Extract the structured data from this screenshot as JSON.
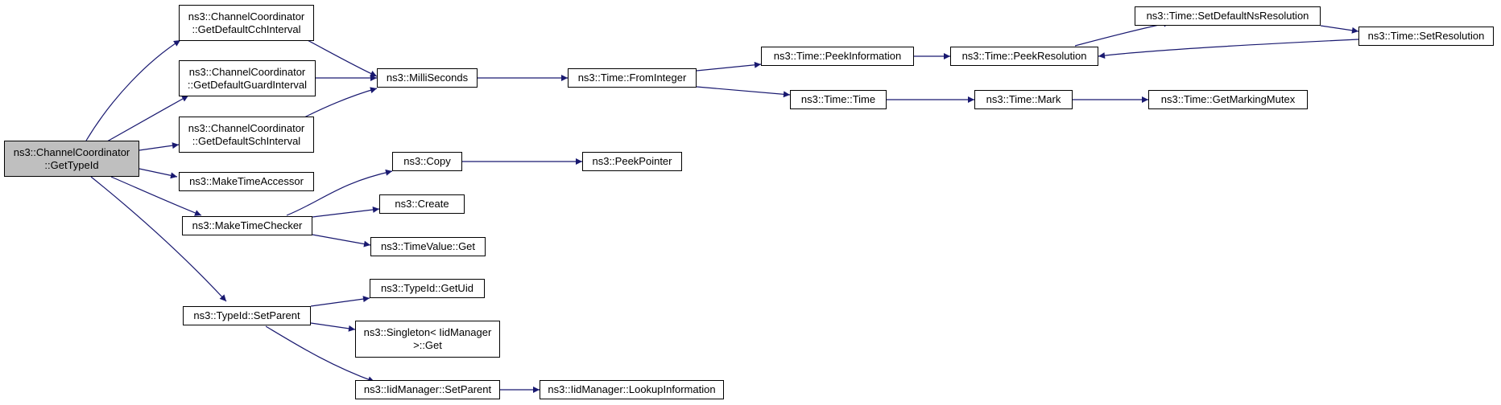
{
  "colors": {
    "edge": "#191970",
    "root_fill": "#bfbfbf",
    "node_fill": "#ffffff",
    "border": "#000000"
  },
  "nodes": {
    "get_type_id": [
      "ns3::ChannelCoordinator",
      "::GetTypeId"
    ],
    "get_default_cch": [
      "ns3::ChannelCoordinator",
      "::GetDefaultCchInterval"
    ],
    "get_default_guard": [
      "ns3::ChannelCoordinator",
      "::GetDefaultGuardInterval"
    ],
    "get_default_sch": [
      "ns3::ChannelCoordinator",
      "::GetDefaultSchInterval"
    ],
    "make_time_accessor": [
      "ns3::MakeTimeAccessor"
    ],
    "make_time_checker": [
      "ns3::MakeTimeChecker"
    ],
    "typeid_set_parent": [
      "ns3::TypeId::SetParent"
    ],
    "milliseconds": [
      "ns3::MilliSeconds"
    ],
    "from_integer": [
      "ns3::Time::FromInteger"
    ],
    "peek_information": [
      "ns3::Time::PeekInformation"
    ],
    "peek_resolution": [
      "ns3::Time::PeekResolution"
    ],
    "set_default_ns_resolution": [
      "ns3::Time::SetDefaultNsResolution"
    ],
    "set_resolution": [
      "ns3::Time::SetResolution"
    ],
    "time_time": [
      "ns3::Time::Time"
    ],
    "time_mark": [
      "ns3::Time::Mark"
    ],
    "get_marking_mutex": [
      "ns3::Time::GetMarkingMutex"
    ],
    "copy": [
      "ns3::Copy"
    ],
    "peek_pointer": [
      "ns3::PeekPointer"
    ],
    "create": [
      "ns3::Create"
    ],
    "timevalue_get": [
      "ns3::TimeValue::Get"
    ],
    "typeid_get_uid": [
      "ns3::TypeId::GetUid"
    ],
    "singleton_get": [
      "ns3::Singleton< IidManager",
      ">::Get"
    ],
    "iidmanager_set_parent": [
      "ns3::IidManager::SetParent"
    ],
    "lookup_information": [
      "ns3::IidManager::LookupInformation"
    ]
  }
}
